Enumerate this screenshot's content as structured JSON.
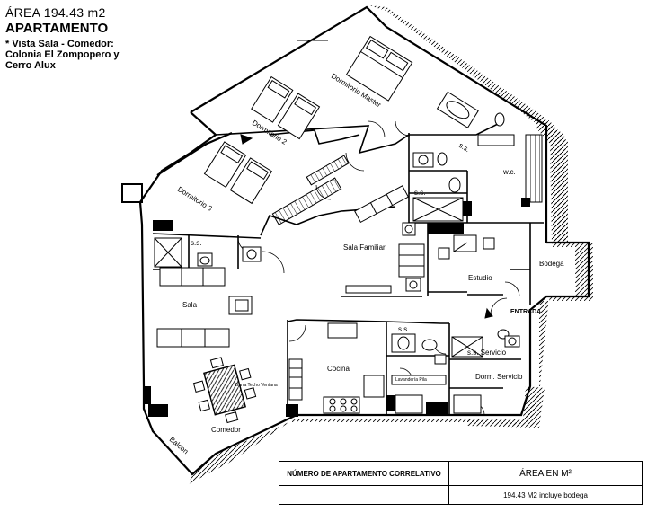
{
  "header": {
    "area": "ÁREA 194.43 m2",
    "title": "APARTAMENTO",
    "view_note_1": "* Vista Sala - Comedor:",
    "view_note_2": "Colonia El Zompopero y",
    "view_note_3": "Cerro Alux"
  },
  "rooms": {
    "master": "Dormitorio Master",
    "dorm2": "Dormitorio 2",
    "dorm3": "Dormitorio 3",
    "ss_master": "s.s.",
    "wc": "w.c.",
    "ss_hall": "s.s.",
    "ss_left": "s.s.",
    "sala_familiar": "Sala Familiar",
    "estudio": "Estudio",
    "bodega": "Bodega",
    "entrada": "ENTRADA",
    "sala": "Sala",
    "cocina": "Cocina",
    "comedor": "Comedor",
    "balcon": "Balcon",
    "ss_cocina": "s.s.",
    "ss_servicio": "s.s. Servicio",
    "dorm_servicio": "Dorm. Servicio",
    "barra": "Barra Techo Ventana",
    "lavanderia": "Lavandería Pila"
  },
  "table": {
    "col1_header": "NÚMERO DE APARTAMENTO CORRELATIVO",
    "col2_header": "ÁREA EN M²",
    "col1_value": "",
    "col2_value": "194.43 M2 incluye bodega"
  }
}
